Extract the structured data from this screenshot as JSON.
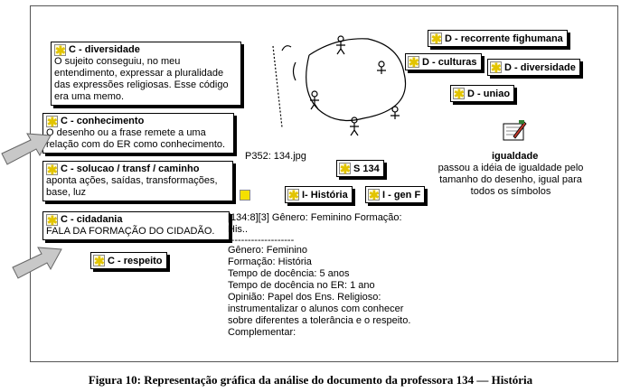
{
  "codes": {
    "diversidade": {
      "title": "C - diversidade",
      "text": "O sujeito conseguiu, no meu entendimento, expressar a pluralidade das expressões religiosas. Esse código era uma memo."
    },
    "conhecimento": {
      "title": "C - conhecimento",
      "text": "O desenho ou a frase remete a uma relação com do ER como conhecimento."
    },
    "solucao": {
      "title": "C - solucao / transf / caminho",
      "text": "aponta ações, saídas, transformações, base, luz"
    },
    "cidadania": {
      "title": "C - cidadania",
      "text": "FALA DA FORMAÇÃO DO CIDADÃO."
    },
    "respeito": {
      "title": "C - respeito"
    }
  },
  "tags": {
    "recorrente": "D - recorrente fighumana",
    "culturas": "D - culturas",
    "d_diversidade": "D - diversidade",
    "uniao": "D - uniao",
    "s134": "S 134",
    "historia": "I- História",
    "genf": "I - gen F"
  },
  "image_label": "P352: 134.jpg",
  "igualdade": {
    "title": "igualdade",
    "text": "passou a idéia de igualdade pelo tamanho do desenho, igual para todos os símbolos"
  },
  "quote": {
    "header": "[134:8][3] Gênero: Feminino Formação: His..",
    "separator": "--------------------",
    "lines": [
      "Gênero: Feminino",
      "Formação: História",
      "Tempo de docência: 5 anos",
      "Tempo de docência no ER: 1 ano",
      "Opinião: Papel dos Ens. Religioso:",
      "instrumentalizar  o alunos com conhecer",
      "sobre diferentes a tolerância e o respeito.",
      "Complementar:"
    ]
  },
  "caption": "Figura 10: Representação gráfica da análise do documento da professora 134 — História"
}
